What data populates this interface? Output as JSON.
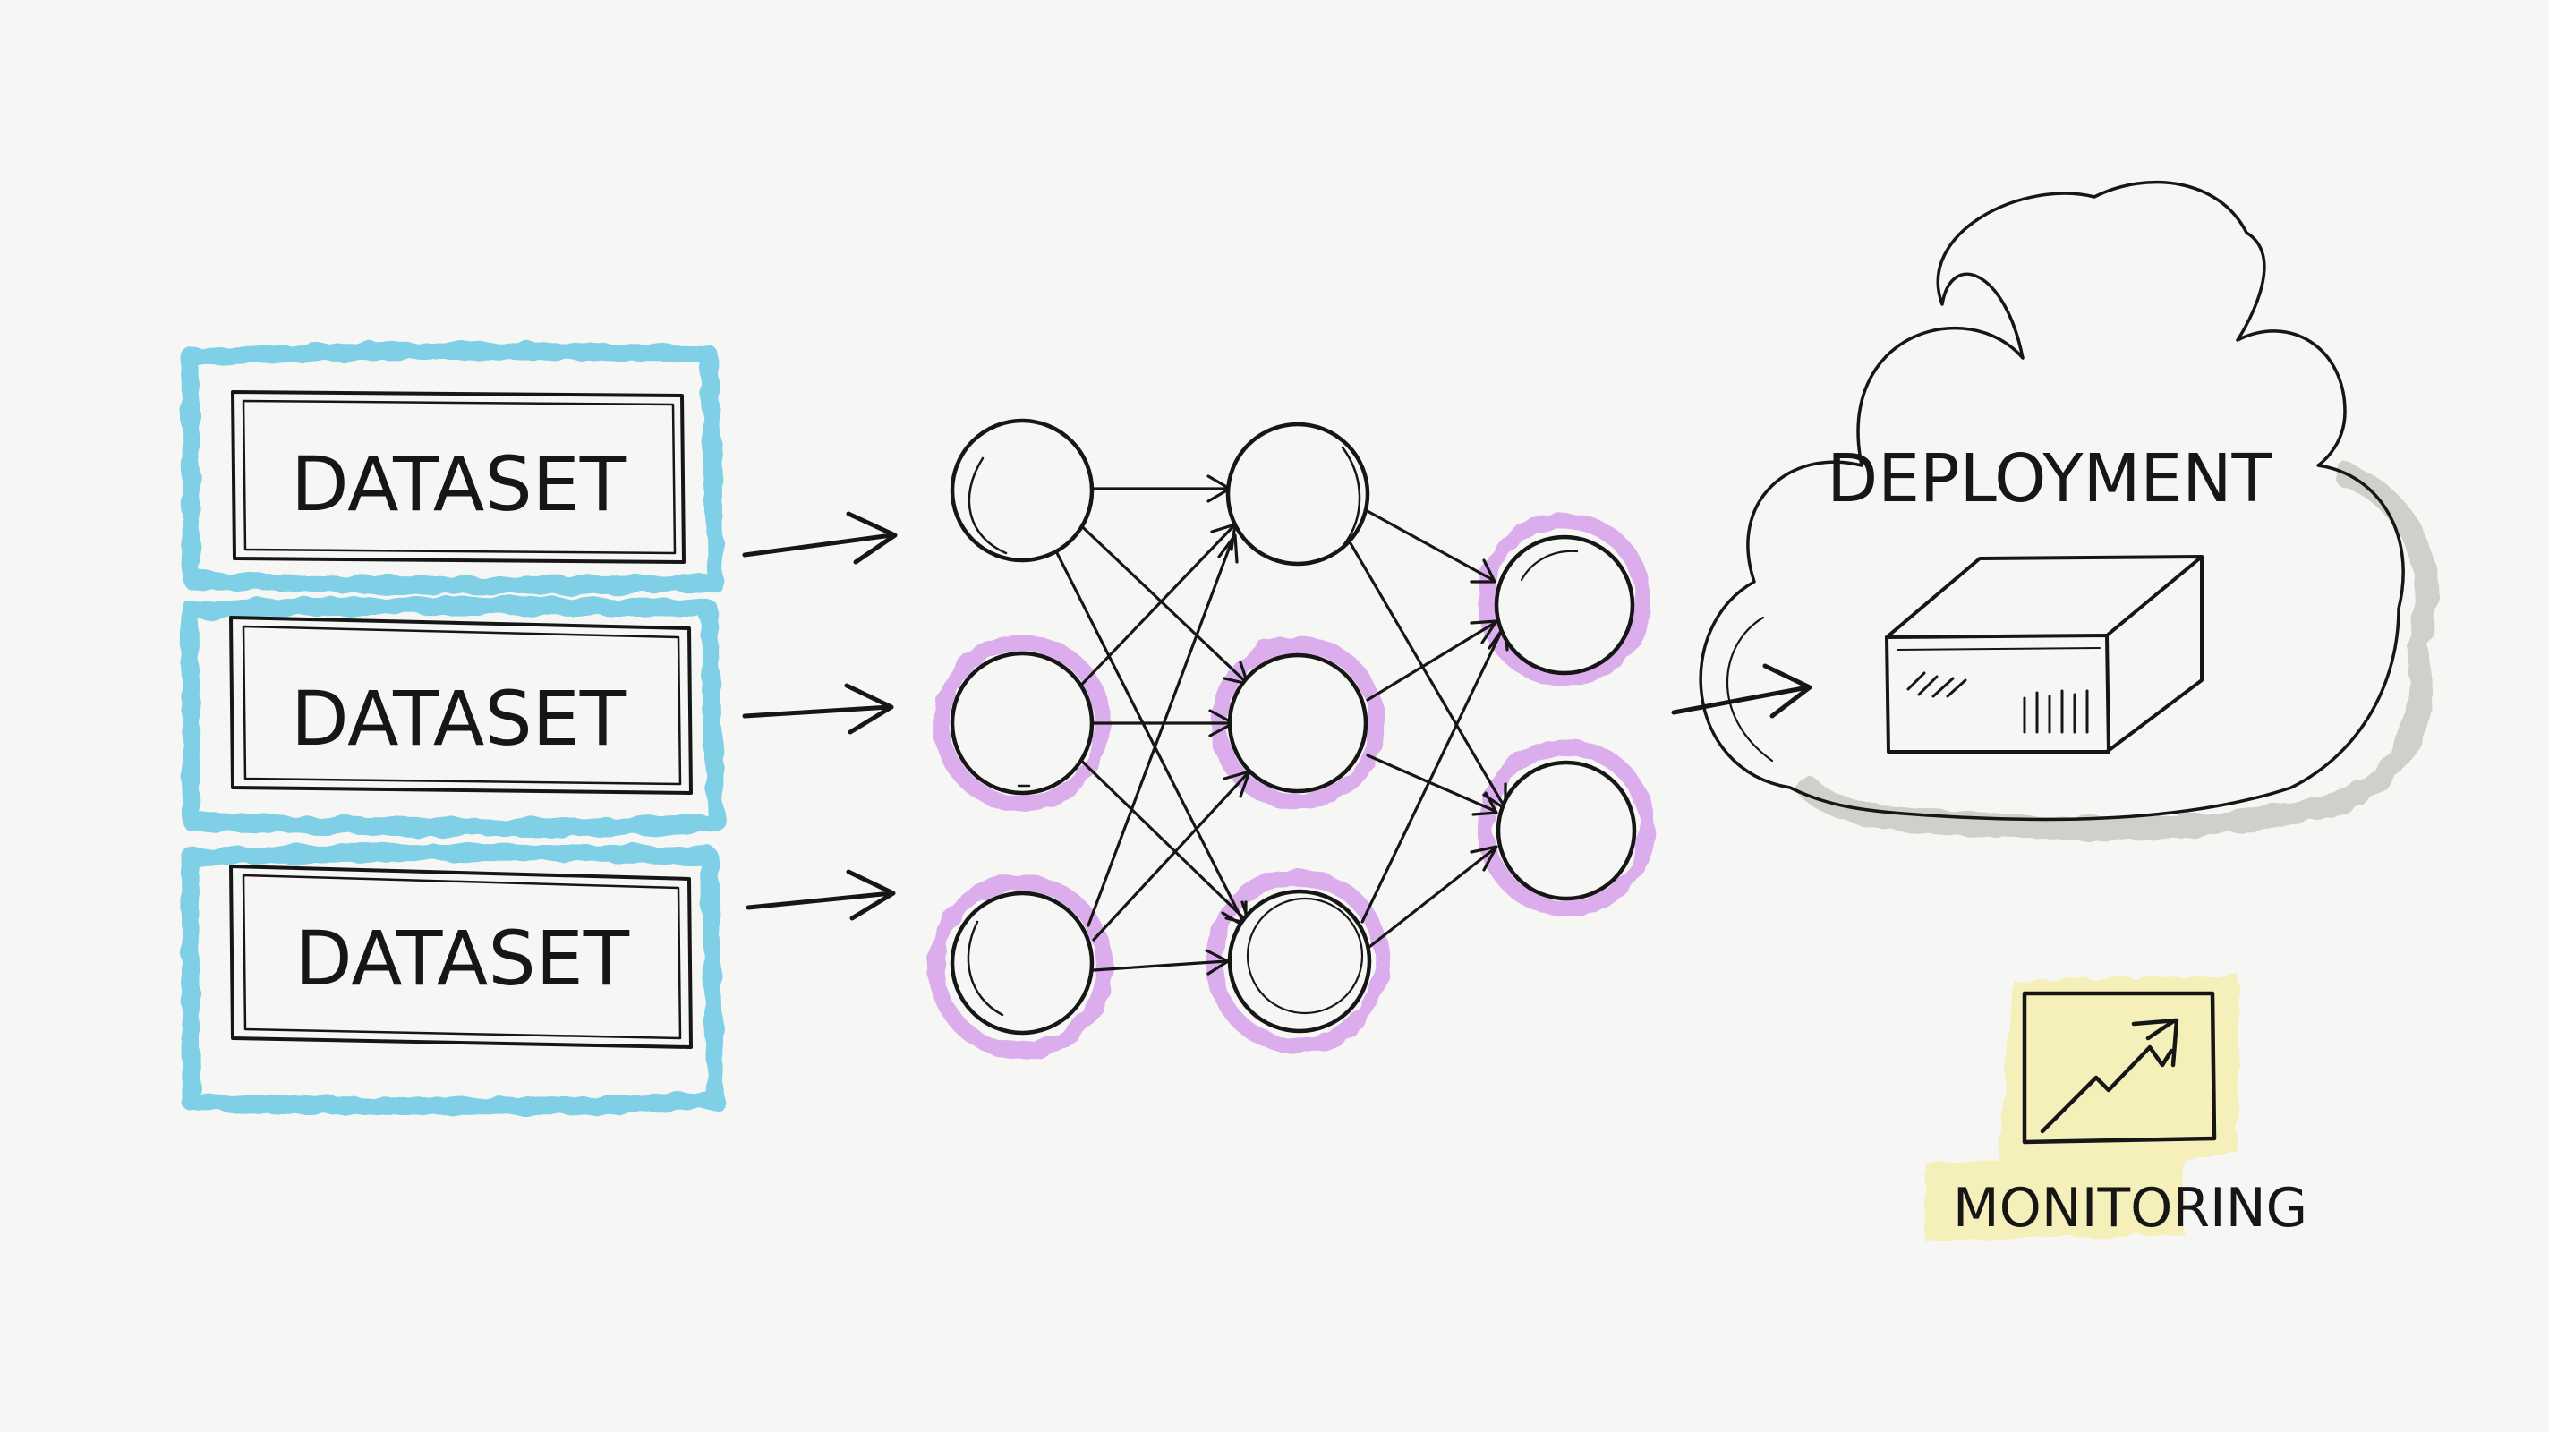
{
  "diagram": {
    "datasets": [
      {
        "label": "DATASET"
      },
      {
        "label": "DATASET"
      },
      {
        "label": "DATASET"
      }
    ],
    "deployment": {
      "label": "DEPLOYMENT"
    },
    "monitoring": {
      "label": "MONITORING"
    }
  },
  "colors": {
    "paper": "#f6f6f4",
    "ink": "#161616",
    "dataset_highlight": "#7fcfe6",
    "node_highlight": "#d9a6ec",
    "monitoring_highlight": "#f5ec8a",
    "cloud_shadow": "#c9c9c4"
  },
  "icons": {
    "deployment": "server-box-icon",
    "monitoring": "trend-chart-icon"
  }
}
